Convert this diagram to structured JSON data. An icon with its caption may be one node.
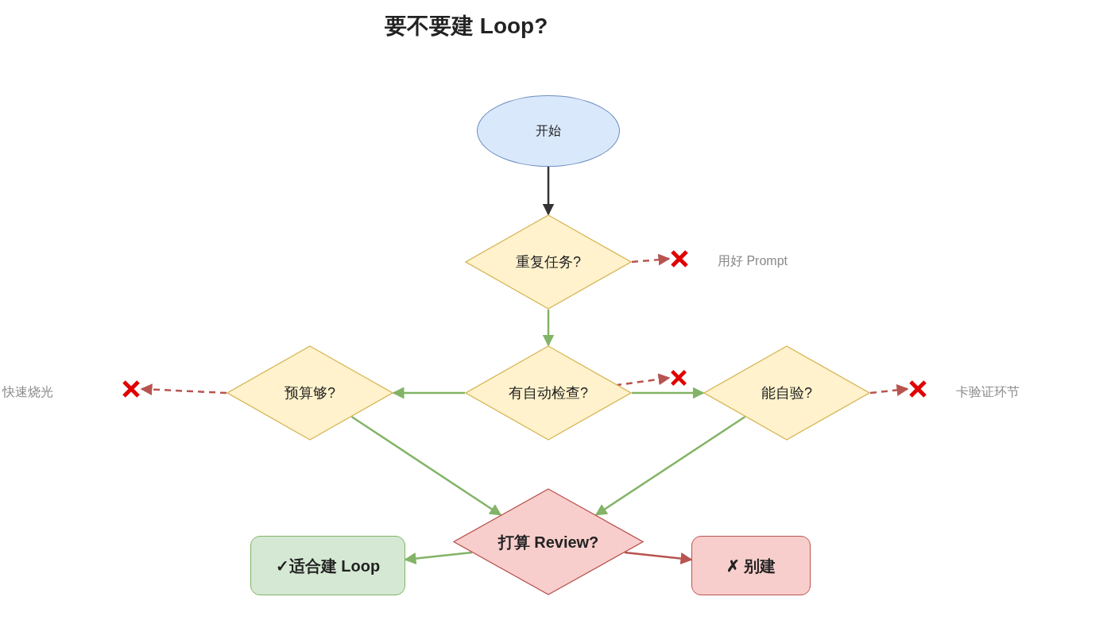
{
  "diagram": {
    "title": "要不要建 Loop?",
    "nodes": [
      {
        "text": [
          "开始"
        ]
      },
      {
        "text": [
          "重复任务?"
        ]
      },
      {
        "text": [],
        "shape": "cross"
      },
      {
        "text": [
          "有自动检查?"
        ]
      },
      {
        "text": [
          "预算够?"
        ]
      },
      {
        "text": [
          "能自验?"
        ]
      },
      {
        "text": [],
        "shape": "cross"
      },
      {
        "text": [],
        "shape": "cross"
      },
      {
        "text": [],
        "shape": "cross"
      },
      {
        "text": [
          "打算 Review?"
        ]
      },
      {
        "text": [
          "✓适合建 Loop"
        ]
      },
      {
        "text": [
          "✗ 别建"
        ]
      }
    ],
    "edges": [
      {
        "from": 0,
        "to": 1,
        "arrow": "to",
        "color": "#333333"
      },
      {
        "from": 1,
        "to": 2,
        "arrow": "to",
        "style": "dashed",
        "color": "#b85450"
      },
      {
        "from": 1,
        "to": 3,
        "arrow": "to"
      },
      {
        "from": 3,
        "to": 4,
        "arrow": "to"
      },
      {
        "from": 3,
        "to": 7,
        "arrow": "to",
        "style": "dashed",
        "color": "#b85450"
      },
      {
        "from": 3,
        "to": 5,
        "arrow": "to"
      },
      {
        "from": 4,
        "to": 6,
        "arrow": "to",
        "style": "dashed",
        "color": "#b85450"
      },
      {
        "from": 5,
        "to": 8,
        "arrow": "to",
        "style": "dashed",
        "color": "#b85450"
      },
      {
        "from": 4,
        "to": 9,
        "arrow": "to"
      },
      {
        "from": 5,
        "to": 9,
        "arrow": "to"
      },
      {
        "from": 9,
        "to": 10,
        "arrow": "to"
      },
      {
        "from": 9,
        "to": 11,
        "arrow": "to",
        "color": "#b85450"
      }
    ],
    "labels": [
      "用好 Prompt",
      "快速烧光",
      "卡验证环节"
    ]
  }
}
